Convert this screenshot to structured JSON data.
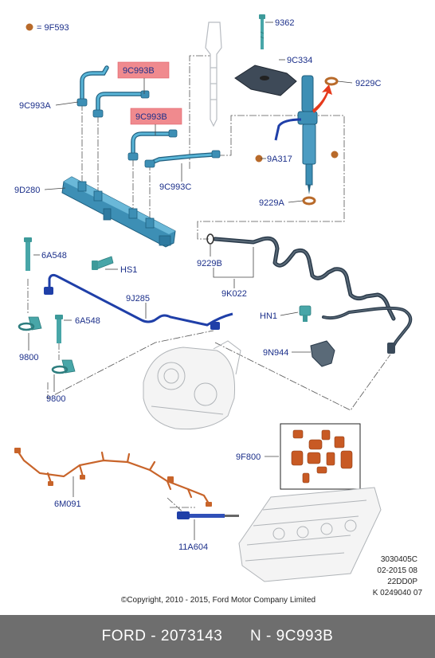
{
  "legend": {
    "symbol": "●",
    "text": "= 9F593"
  },
  "labels": {
    "p9362": "9362",
    "p9C334": "9C334",
    "p9C993B_1": "9C993B",
    "p9C993B_2": "9C993B",
    "p9229C": "9229C",
    "p9C993A": "9C993A",
    "p9A317": "9A317",
    "p9C993C": "9C993C",
    "p9D280": "9D280",
    "p9229A": "9229A",
    "p6A548_1": "6A548",
    "pHS1": "HS1",
    "p9229B": "9229B",
    "p9K022": "9K022",
    "p9J285": "9J285",
    "p6A548_2": "6A548",
    "pHN1": "HN1",
    "p9800_1": "9800",
    "p9N944": "9N944",
    "p9800_2": "9800",
    "p9F800": "9F800",
    "p6M091": "6M091",
    "p11A604": "11A604"
  },
  "meta": {
    "ref1": "3030405C",
    "ref2": "02-2015 08",
    "ref3": "22DD0P",
    "ref4": "K 0249040 07",
    "copyright": "©Copyright, 2010 - 2015, Ford Motor Company Limited"
  },
  "footer": {
    "brand": "FORD - 2073143",
    "part": "N - 9C993B"
  },
  "colors": {
    "label": "#1b2f8a",
    "highlight": "#f08a8e",
    "part_blue": "#3d8fb5",
    "pipe_blue": "#1f3fa8",
    "harness_orange": "#c8642a",
    "seal_orange": "#b86a2a",
    "footer_bg": "#6e6e6e"
  }
}
